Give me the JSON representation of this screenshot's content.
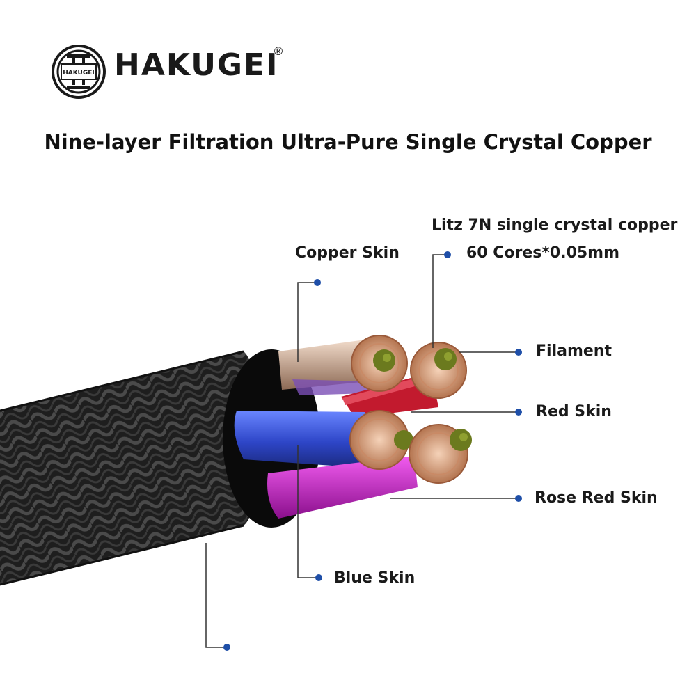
{
  "brand": {
    "name": "HAKUGEI",
    "registered_mark": "®",
    "logo_badge_text": "HAKUGEI"
  },
  "headline": "Nine-layer Filtration Ultra-Pure Single Crystal Copper",
  "labels": {
    "conductor_line1": "Litz 7N single crystal copper",
    "conductor_line2": "60 Cores*0.05mm",
    "copper_skin": "Copper Skin",
    "filament": "Filament",
    "red_skin": "Red Skin",
    "rose_red_skin": "Rose Red Skin",
    "blue_skin": "Blue Skin"
  },
  "colors": {
    "callout_dot": "#1f4fa8",
    "callout_line": "#333333",
    "braid": "#2a2a2a",
    "copper_skin": "#c9a48a",
    "red_skin": "#c21a2e",
    "rose_red_skin": "#c21ac9",
    "blue_skin": "#3553d8",
    "filament": "#6b7a1e",
    "copper_strands": "#d9a07a"
  }
}
